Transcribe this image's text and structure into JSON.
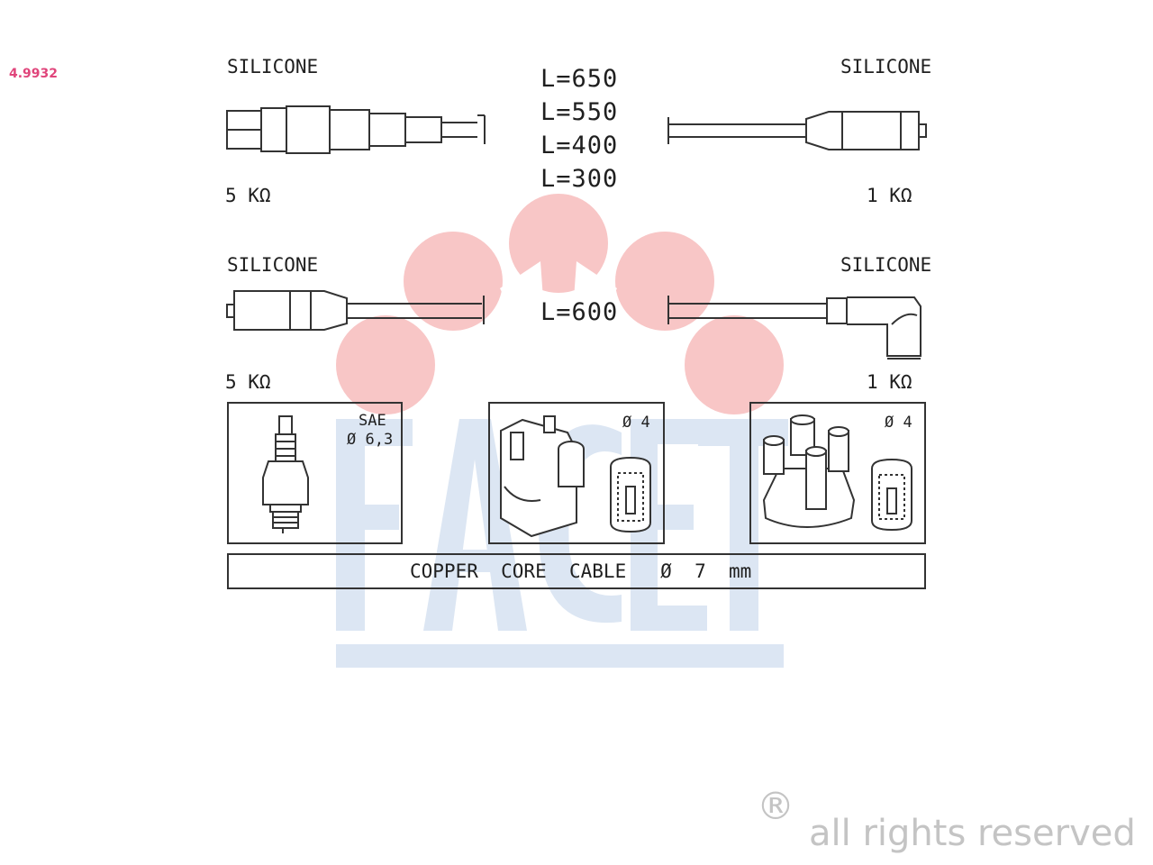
{
  "part_code": "4.9932",
  "brand_logo": "FACET",
  "lengths": [
    "L=650",
    "L=550",
    "L=400",
    "L=300"
  ],
  "center_length": "L=600",
  "top_left": {
    "material": "SILICONE",
    "resistance": "5 KΩ"
  },
  "top_right": {
    "material": "SILICONE",
    "resistance": "1 KΩ"
  },
  "mid_left": {
    "material": "SILICONE",
    "resistance": "5 KΩ"
  },
  "mid_right": {
    "material": "SILICONE",
    "resistance": "1 KΩ"
  },
  "spark_plug_box": {
    "line1": "SAE",
    "line2": "Ø 6,3"
  },
  "coil_box": {
    "diameter": "Ø 4"
  },
  "distributor_box": {
    "diameter": "Ø 4"
  },
  "cable_label": "COPPER  CORE  CABLE   Ø  7  mm",
  "copyright_symbol": "®",
  "copyright_text": "all rights reserved",
  "colors": {
    "logo_pink": "#f8c6c6",
    "logo_blue": "#dce6f3",
    "code_pink": "#e0457b"
  }
}
